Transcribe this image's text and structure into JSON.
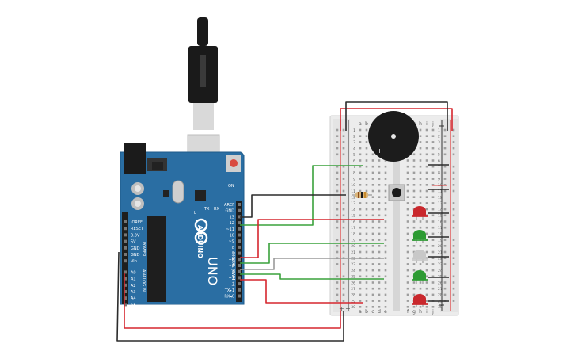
{
  "colors": {
    "board": "#2a6ea3",
    "board_edge": "#1f5a88",
    "breadboard": "#ececec",
    "rail_red": "#e03b3b",
    "rail_dark": "#333333",
    "wire_red": "#d6262e",
    "wire_green": "#3aa23c",
    "wire_black": "#2b2b2b",
    "wire_gray": "#9a9a9a",
    "led_red": "#c9282d",
    "led_green": "#2d9b33",
    "led_white": "#c8c8c8",
    "usb": "#d9d9d9"
  },
  "arduino": {
    "logo": "ARDUINO",
    "model": "UNO",
    "digital_label": "DIGITAL (PWM ~)",
    "power_label": "POWER",
    "analog_label": "ANALOG IN",
    "tx_label": "TX",
    "rx_label": "RX",
    "l_label": "L",
    "on_label": "ON",
    "header_labels": [
      "AREF",
      "GND",
      "13",
      "12",
      "~11",
      "~10",
      "~9",
      "8",
      "7",
      "~6",
      "~5",
      "4",
      "~3",
      "2",
      "TX▸1",
      "RX◂0"
    ],
    "power_pins": [
      "IOREF",
      "RESET",
      "3.3V",
      "5V",
      "GND",
      "GND",
      "Vin"
    ],
    "analog_pins": [
      "A0",
      "A1",
      "A2",
      "A3",
      "A4",
      "A5"
    ]
  },
  "breadboard": {
    "col_labels": [
      "a",
      "b",
      "c",
      "d",
      "e",
      "f",
      "g",
      "h",
      "i",
      "j"
    ],
    "row_numbers": [
      "1",
      "2",
      "3",
      "4",
      "5",
      "6",
      "7",
      "8",
      "9",
      "10",
      "11",
      "12",
      "13",
      "14",
      "15",
      "16",
      "17",
      "18",
      "19",
      "20",
      "21",
      "22",
      "23",
      "24",
      "25",
      "26",
      "27",
      "28",
      "29",
      "30"
    ],
    "rail_plus": "+",
    "rail_minus": "−"
  },
  "buzzer": {
    "plus": "+",
    "minus": "−"
  }
}
